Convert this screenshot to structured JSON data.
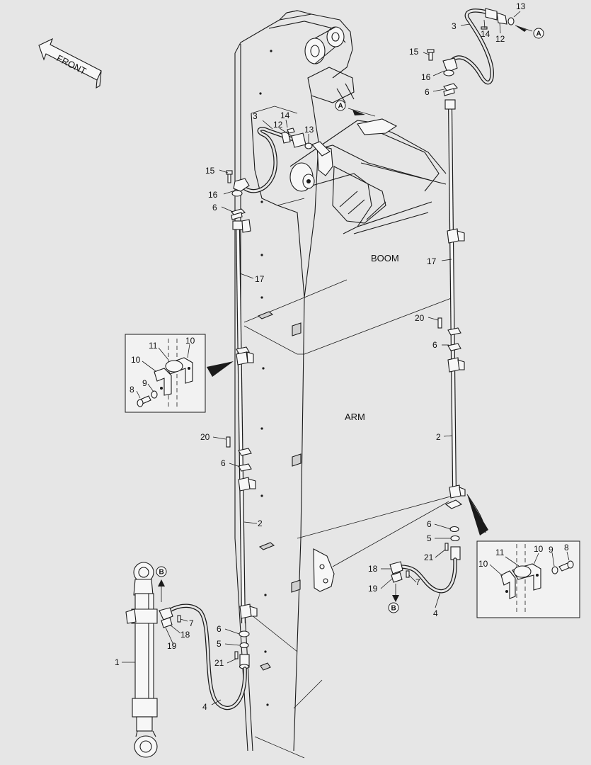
{
  "labels": {
    "front": "FRONT",
    "boom": "BOOM",
    "arm": "ARM"
  },
  "refs": {
    "a": "A",
    "b": "B"
  },
  "parts": {
    "p1": "1",
    "p2": "2",
    "p3": "3",
    "p4": "4",
    "p5": "5",
    "p6": "6",
    "p7": "7",
    "p8": "8",
    "p9": "9",
    "p10": "10",
    "p11": "11",
    "p12": "12",
    "p13": "13",
    "p14": "14",
    "p15": "15",
    "p16": "16",
    "p17": "17",
    "p18": "18",
    "p19": "19",
    "p20": "20",
    "p21": "21"
  }
}
